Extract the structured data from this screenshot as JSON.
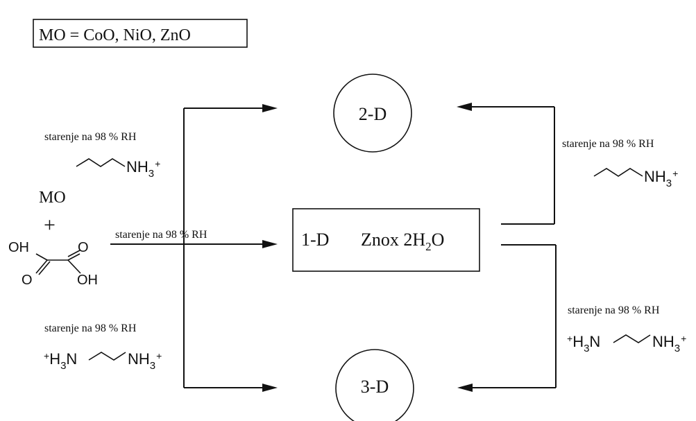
{
  "legend": {
    "text": "MO = CoO, NiO, ZnO"
  },
  "nodes": {
    "node_2d": "2-D",
    "node_3d": "3-D",
    "node_1d_label": "1-D",
    "node_1d_formula": "Znox 2H",
    "node_1d_subscript": "2",
    "node_1d_suffix": "O"
  },
  "reagents": {
    "mo": "MO",
    "plus": "+",
    "oh1": "OH",
    "o1": "O",
    "o2": "O",
    "oh2": "OH"
  },
  "conditions": {
    "left_top": "starenje na 98 % RH",
    "left_middle": "starenje na 98 % RH",
    "left_bottom": "starenje na 98 % RH",
    "right_top": "starenje na 98 % RH",
    "right_bottom": "starenje na 98 % RH"
  },
  "amines": {
    "nh3": "NH",
    "sub3": "3",
    "plus": "+",
    "h3n_prefix": "+",
    "h3n_h": "H",
    "h3n_sub": "3",
    "h3n_n": "N"
  }
}
